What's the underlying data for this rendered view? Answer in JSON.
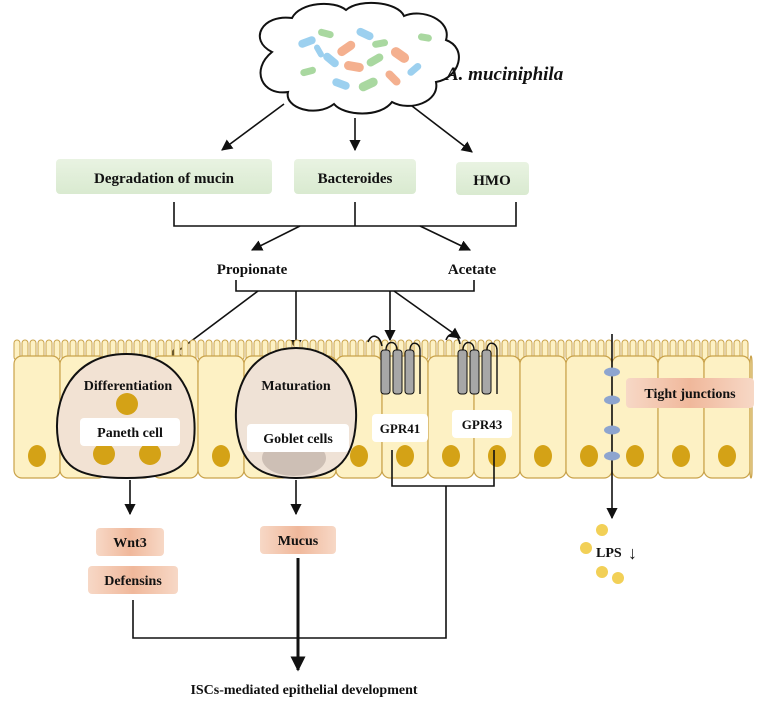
{
  "organism": "A. muciniphila",
  "mechanisms": [
    "Degradation of mucin",
    "Bacteroides",
    "HMO"
  ],
  "metabolites": [
    "Propionate",
    "Acetate"
  ],
  "cells": {
    "paneth": {
      "process": "Differentiation",
      "name": "Paneth cell"
    },
    "goblet": {
      "process": "Maturation",
      "name": "Goblet cells"
    }
  },
  "receptors": [
    "GPR41",
    "GPR43"
  ],
  "tight_junctions": "Tight junctions",
  "outputs": {
    "wnt3": "Wnt3",
    "defensins": "Defensins",
    "mucus": "Mucus"
  },
  "lps": {
    "label": "LPS",
    "trend": "↓"
  },
  "final_outcome": "ISCs-mediated epithelial development",
  "colors": {
    "mechanism_box": "#e3efdc",
    "output_box": "#f3c7ae",
    "epithelium_fill": "#fdf1c4",
    "epithelium_stroke": "#c9a24a",
    "nucleus": "#d4a216",
    "paneth_cell": "#f2e2d3",
    "goblet_cell": "#efe2d6",
    "junction": "#8ea5cf",
    "receptor": "#a7a7a7"
  }
}
